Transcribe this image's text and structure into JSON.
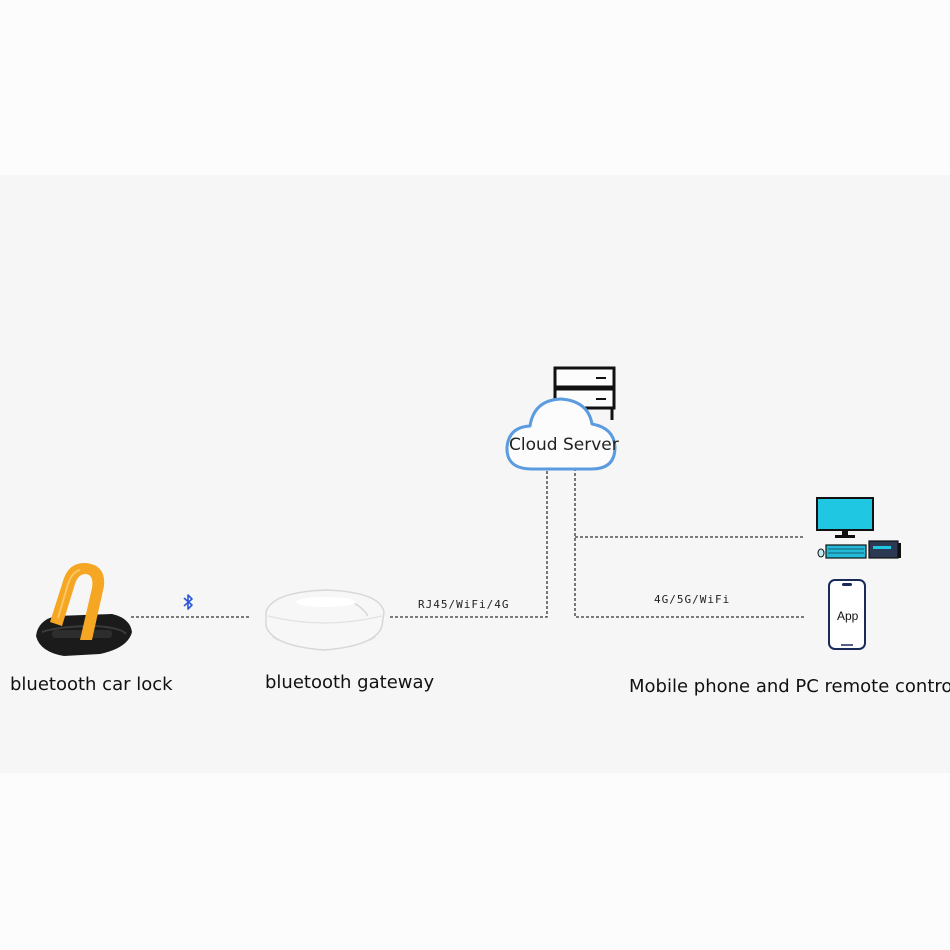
{
  "diagram": {
    "nodes": {
      "car_lock": {
        "label": "bluetooth car lock"
      },
      "gateway": {
        "label": "bluetooth gateway"
      },
      "cloud": {
        "label": "Cloud Server"
      },
      "remote": {
        "label": "Mobile phone and PC remote control",
        "app_label": "App"
      }
    },
    "links": {
      "gateway_cloud": "RJ45/WiFi/4G",
      "cloud_remote": "4G/5G/WiFi"
    },
    "colors": {
      "lock_yellow": "#f5a623",
      "bluetooth_blue": "#2b57d8",
      "cloud_blue": "#5b9be0",
      "monitor_cyan": "#1fc7e3"
    },
    "icons": [
      "bluetooth-icon",
      "server-icon",
      "cloud-icon",
      "desktop-pc-icon",
      "smartphone-icon"
    ]
  }
}
